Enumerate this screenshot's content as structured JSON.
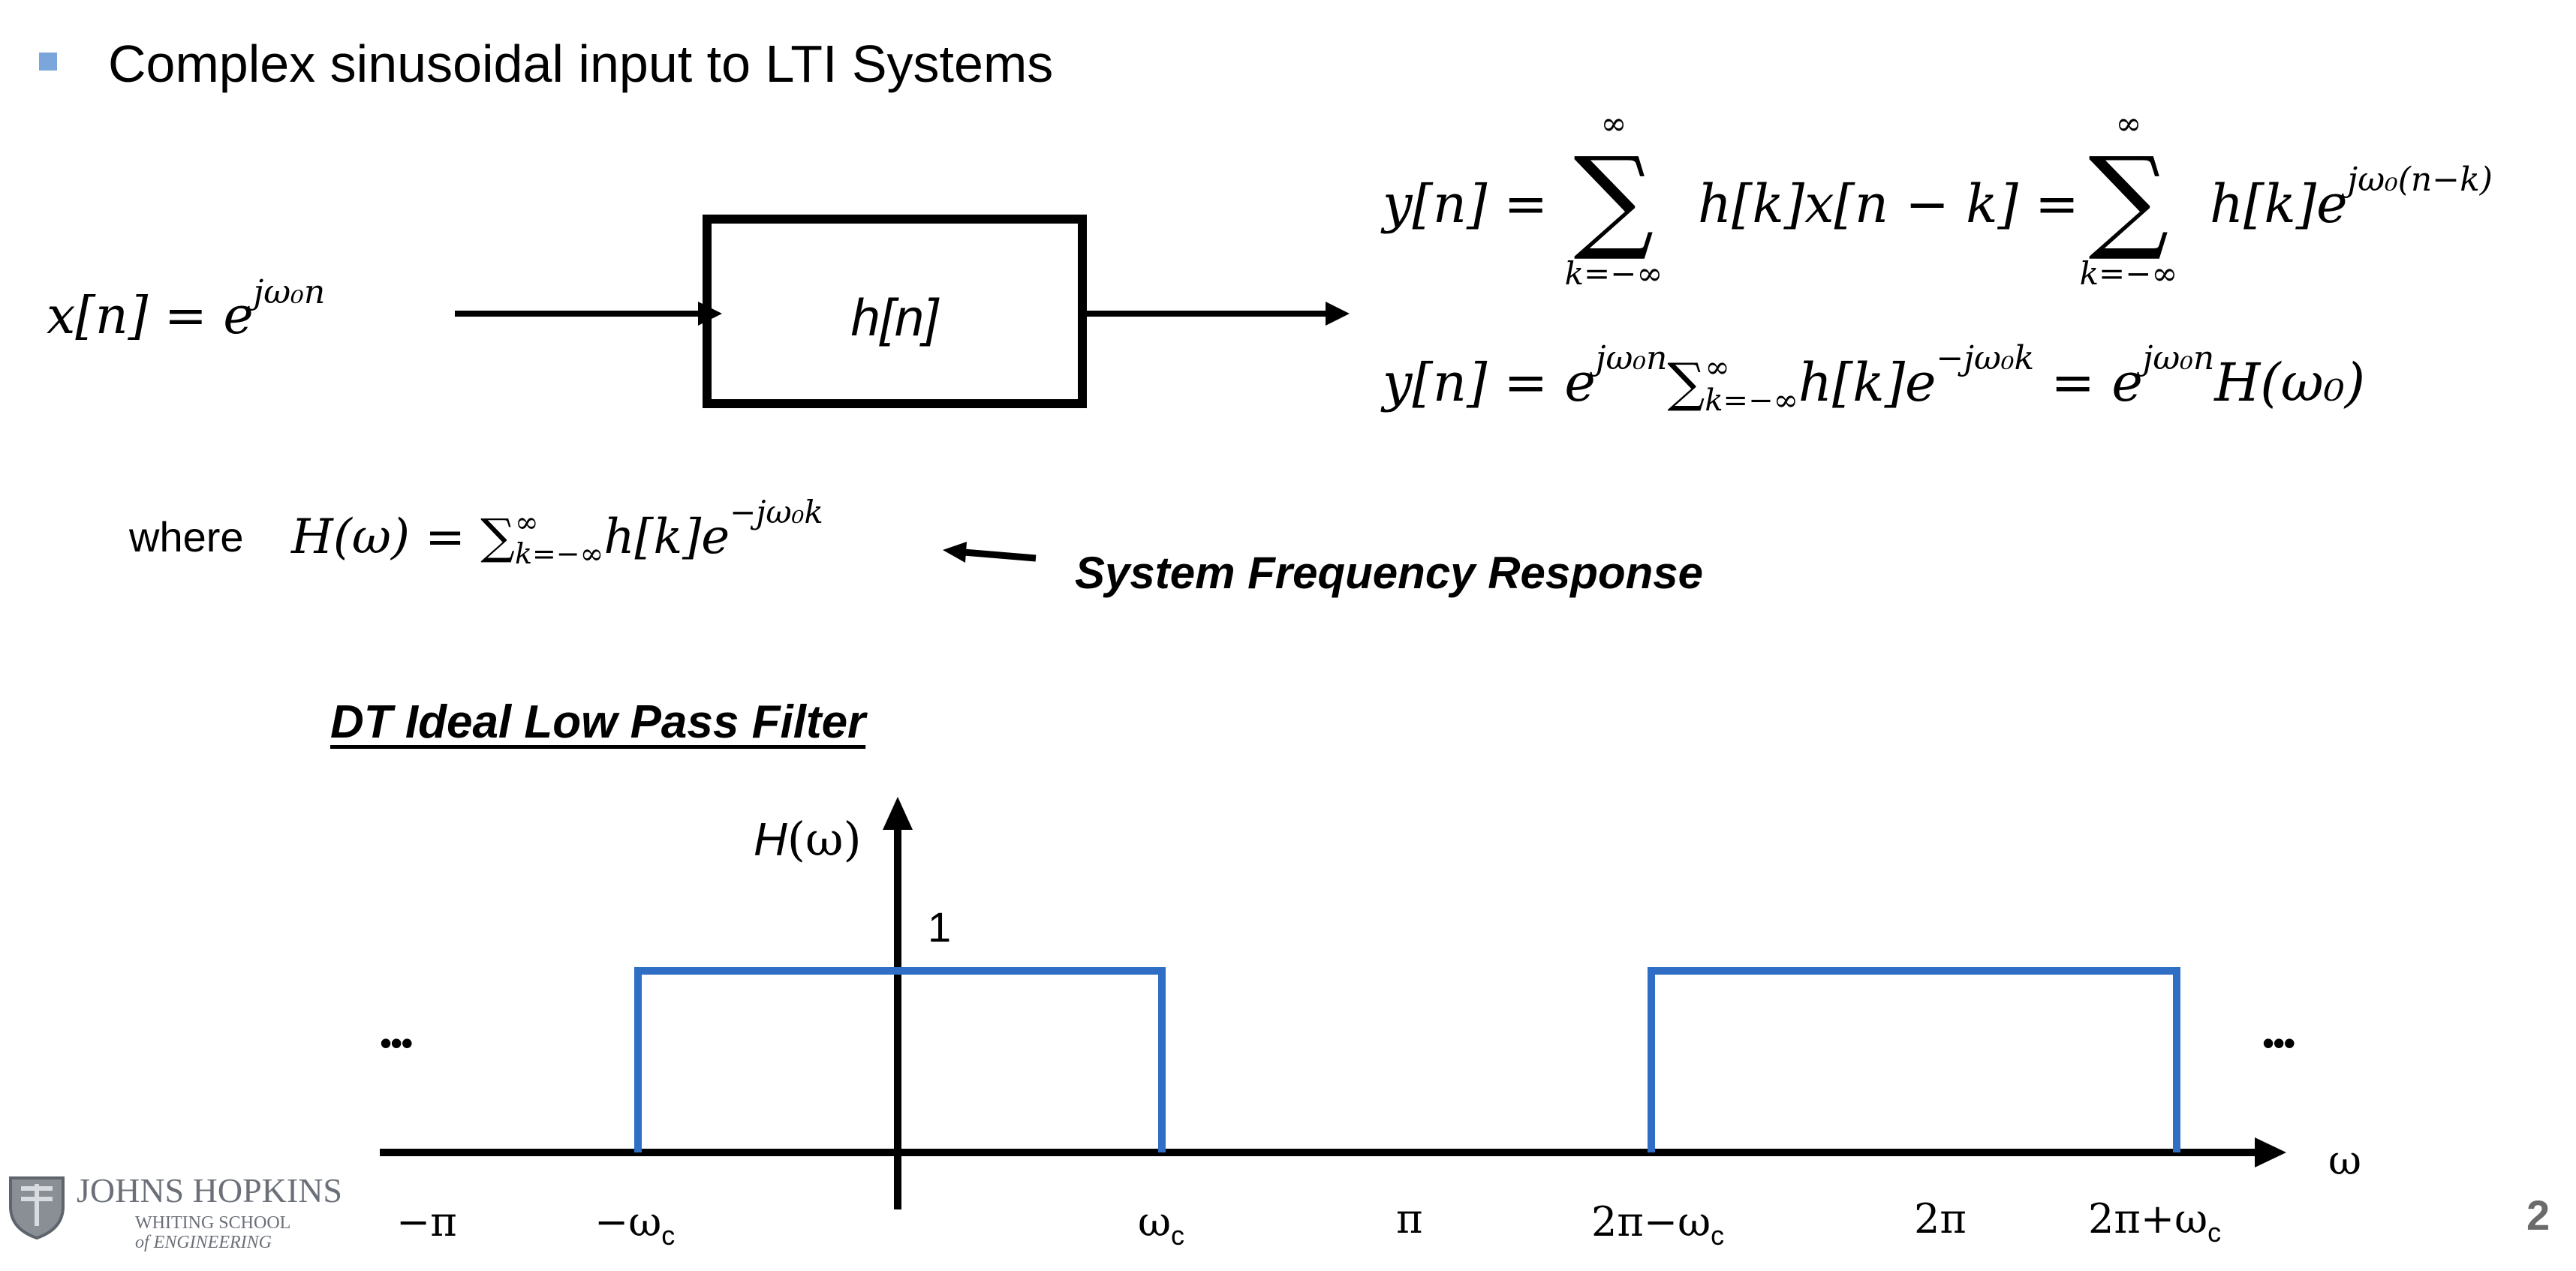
{
  "slide": {
    "bullet_title": "Complex sinusoidal input to LTI Systems",
    "page_number": "2",
    "accent_color": "#7aa6dc",
    "filter_color": "#2f6ec4"
  },
  "diagram": {
    "input_label_lhs": "x[n] = e",
    "input_exponent": "jω₀n",
    "block_label": "h[n]"
  },
  "equations": {
    "eq1_lhs": "y[n] =",
    "eq1_term1": "h[k]x[n − k] =",
    "eq1_term2": "h[k]e",
    "eq1_term2_exp": "jω₀(n−k)",
    "sum_top": "∞",
    "sum_bottom": "k=−∞",
    "eq2_lhs": "y[n] = e",
    "eq2_exp1": "jω₀n",
    "eq2_sum": "∑",
    "eq2_sum_sup": "∞",
    "eq2_sum_sub": "k=−∞",
    "eq2_mid": "h[k]e",
    "eq2_exp2": "−jω₀k",
    "eq2_eq": "= e",
    "eq2_exp3": "jω₀n",
    "eq2_end": "H(ω₀)"
  },
  "where_line": {
    "where_word": "where",
    "lhs": "H(ω) =",
    "sum": "∑",
    "sum_sup": "∞",
    "sum_sub": "k=−∞",
    "mid": "h[k]e",
    "exp": "−jω₀k",
    "annotation": "System Frequency Response"
  },
  "filter_plot": {
    "title": "DT Ideal Low Pass Filter",
    "y_axis_label_H": "H",
    "y_axis_label_arg": "(ω)",
    "x_axis_label": "ω",
    "level_label": "1",
    "ellipsis_left": "•••",
    "ellipsis_right": "•••",
    "ticks": [
      {
        "main": "−π",
        "sub": ""
      },
      {
        "main": "−ω",
        "sub": "c"
      },
      {
        "main": "ω",
        "sub": "c"
      },
      {
        "main": "π",
        "sub": ""
      },
      {
        "main": "2π−ω",
        "sub": "c"
      },
      {
        "main": "2π",
        "sub": ""
      },
      {
        "main": "2π+ω",
        "sub": "c"
      }
    ]
  },
  "logo": {
    "line1": "JOHNS HOPKINS",
    "line2": "WHITING SCHOOL",
    "line3": "of ENGINEERING"
  }
}
